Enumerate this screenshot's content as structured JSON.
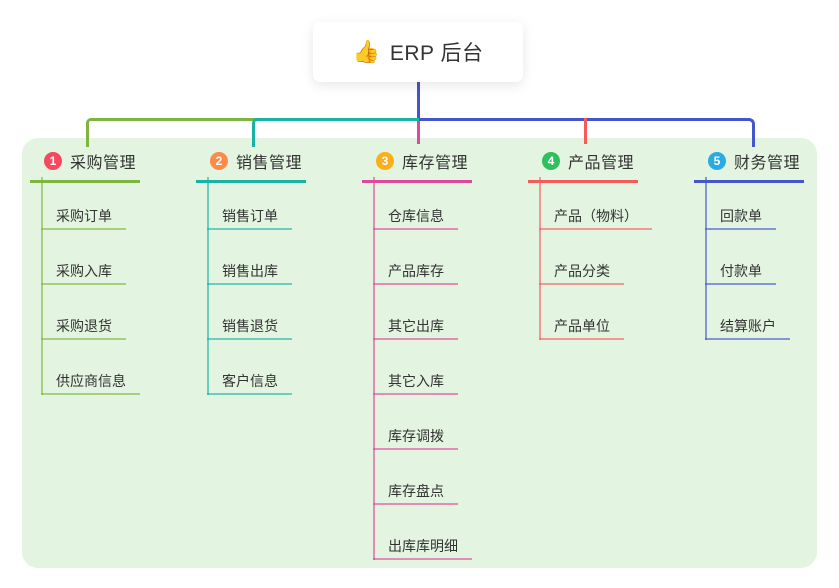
{
  "root": {
    "icon": "👍",
    "title": "ERP 后台"
  },
  "colors": {
    "page_bg": "#ffffff",
    "panel_bg": "#e3f4e0",
    "root_connector": "#4356cb",
    "title_text": "#333333",
    "child_text": "#333333"
  },
  "branches": [
    {
      "index": "1",
      "label": "采购管理",
      "line_color": "#7db53e",
      "badge_color": "#f6495f",
      "children": [
        "采购订单",
        "采购入库",
        "采购退货",
        "供应商信息"
      ]
    },
    {
      "index": "2",
      "label": "销售管理",
      "line_color": "#19b3a6",
      "badge_color": "#fb8b48",
      "children": [
        "销售订单",
        "销售出库",
        "销售退货",
        "客户信息"
      ]
    },
    {
      "index": "3",
      "label": "库存管理",
      "line_color": "#e0489d",
      "badge_color": "#fcaf1b",
      "children": [
        "仓库信息",
        "产品库存",
        "其它出库",
        "其它入库",
        "库存调拨",
        "库存盘点",
        "出库库明细"
      ]
    },
    {
      "index": "4",
      "label": "产品管理",
      "line_color": "#f65b5c",
      "badge_color": "#2fbf5e",
      "children": [
        "产品（物料）",
        "产品分类",
        "产品单位"
      ]
    },
    {
      "index": "5",
      "label": "财务管理",
      "line_color": "#4356cb",
      "badge_color": "#2babe2",
      "children": [
        "回款单",
        "付款单",
        "结算账户"
      ]
    }
  ]
}
